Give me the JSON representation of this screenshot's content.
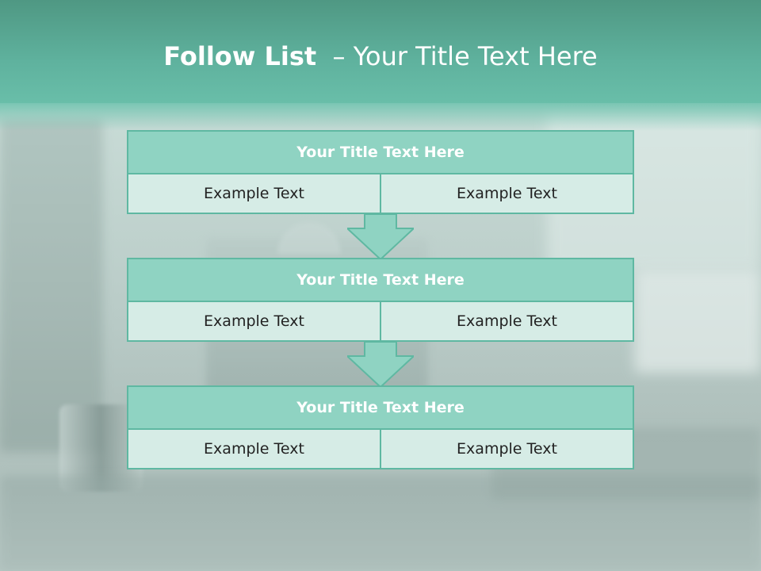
{
  "slide": {
    "title_strong": "Follow List",
    "title_rest": "  – Your Title Text Here"
  },
  "blocks": [
    {
      "header": "Your Title Text Here",
      "left": "Example Text",
      "right": "Example Text"
    },
    {
      "header": "Your Title Text Here",
      "left": "Example Text",
      "right": "Example Text"
    },
    {
      "header": "Your Title Text Here",
      "left": "Example Text",
      "right": "Example Text"
    }
  ],
  "colors": {
    "accent": "#5fb8a2",
    "header_fill": "#8fd3c2",
    "cell_fill": "#d6ece6",
    "title_band": "#5db39f"
  }
}
